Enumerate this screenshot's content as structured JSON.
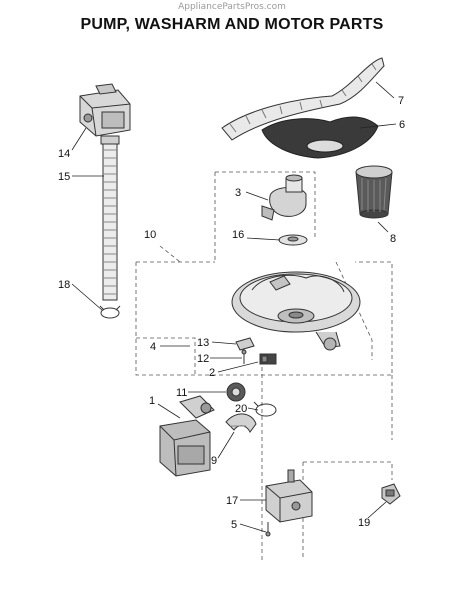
{
  "watermark": "AppliancePartsPros.com",
  "title": "PUMP, WASHARM AND MOTOR PARTS",
  "callouts": [
    "7",
    "6",
    "14",
    "15",
    "3",
    "8",
    "10",
    "16",
    "18",
    "13",
    "4",
    "12",
    "2",
    "1",
    "11",
    "20",
    "9",
    "17",
    "5",
    "19"
  ]
}
